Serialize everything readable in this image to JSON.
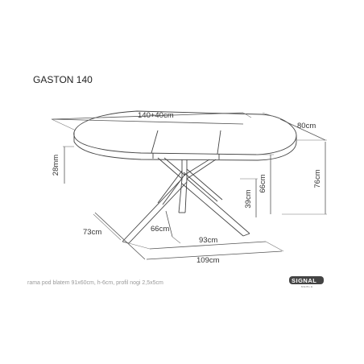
{
  "title": "GASTON 140",
  "dimensions": {
    "length": "140+40cm",
    "width": "80cm",
    "top_thickness": "28mm",
    "height": "76cm",
    "leg_height_66": "66cm",
    "leg_height_39": "39cm",
    "base_depth": "73cm",
    "base_inner": "66cm",
    "base_width_93": "93cm",
    "base_width_109": "109cm"
  },
  "note": "rama pod blatem 91x60cm, h-6cm, profil nogi 2,5x5cm",
  "brand": {
    "name": "SIGNAL",
    "sub": "MEBLE"
  }
}
